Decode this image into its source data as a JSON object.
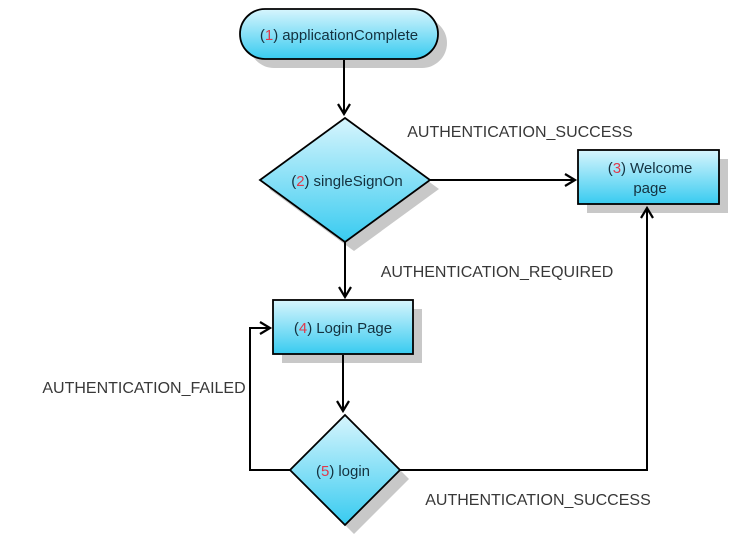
{
  "diagram": {
    "type": "flowchart",
    "background": "#ffffff",
    "punct": {
      "open": "(",
      "close": ")"
    },
    "colors": {
      "node_fill_top": "#d7f5fd",
      "node_fill_bottom": "#38cbf0",
      "node_border": "#000000",
      "node_shadow": "#c8c8c8",
      "node_number": "#e0394b",
      "node_text": "#14313f",
      "edge_line": "#000000",
      "edge_label_text": "#383838"
    },
    "nodes": [
      {
        "id": "1",
        "num": "1",
        "label": "applicationComplete",
        "shape": "stadium"
      },
      {
        "id": "2",
        "num": "2",
        "label": "singleSignOn",
        "shape": "diamond"
      },
      {
        "id": "3",
        "num": "3",
        "label_line1": "Welcome",
        "label_line2": "page",
        "shape": "rectangle"
      },
      {
        "id": "4",
        "num": "4",
        "label": "Login Page",
        "shape": "rectangle"
      },
      {
        "id": "5",
        "num": "5",
        "label": "login",
        "shape": "diamond"
      }
    ],
    "edges": [
      {
        "from": "1",
        "to": "2",
        "label": ""
      },
      {
        "from": "2",
        "to": "3",
        "label": "AUTHENTICATION_SUCCESS"
      },
      {
        "from": "2",
        "to": "4",
        "label": "AUTHENTICATION_REQUIRED"
      },
      {
        "from": "4",
        "to": "5",
        "label": ""
      },
      {
        "from": "5",
        "to": "4",
        "label": "AUTHENTICATION_FAILED"
      },
      {
        "from": "5",
        "to": "3",
        "label": "AUTHENTICATION_SUCCESS"
      }
    ]
  }
}
